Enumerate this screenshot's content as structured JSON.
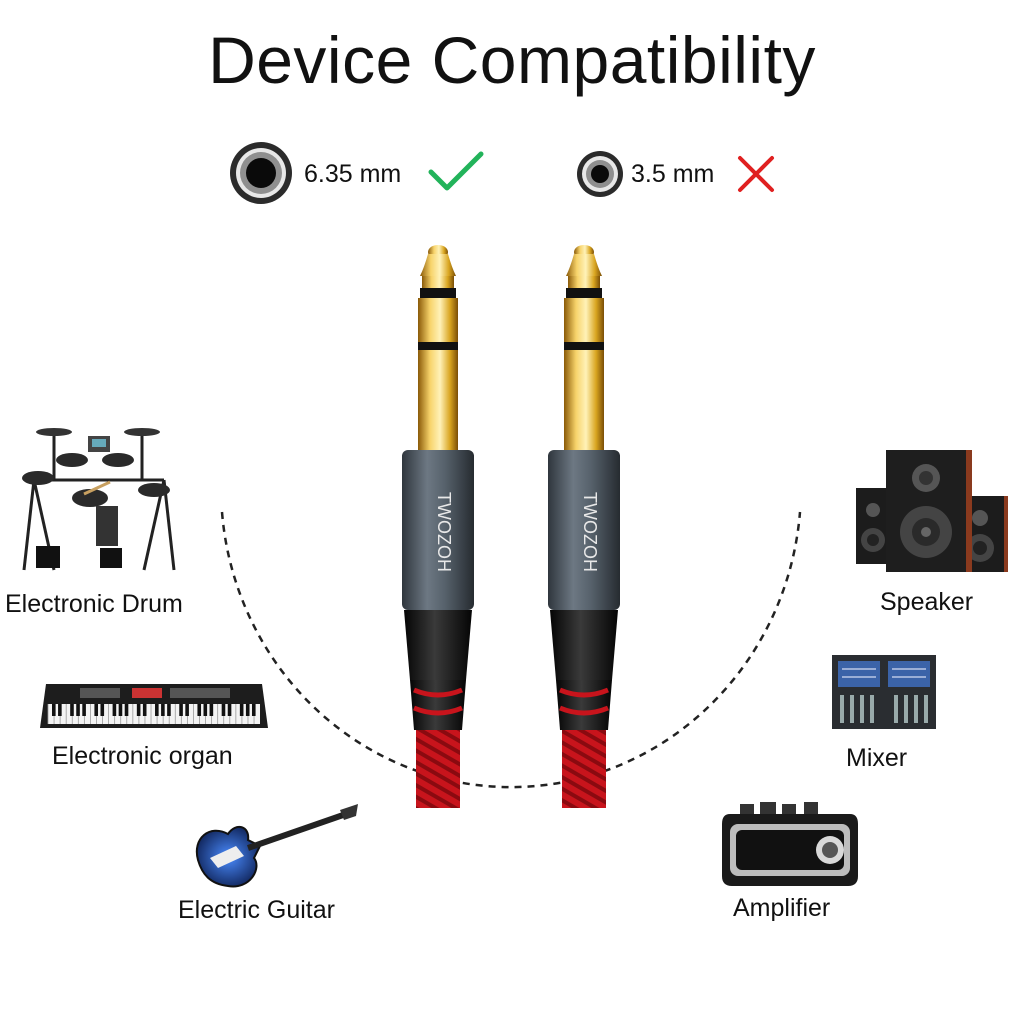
{
  "title": "Device Compatibility",
  "compatibility": [
    {
      "label": "6.35 mm",
      "supported": true,
      "icon": "check-icon",
      "color": "#22b35a"
    },
    {
      "label": "3.5 mm",
      "supported": false,
      "icon": "cross-icon",
      "color": "#e02020"
    }
  ],
  "brand": "TWOZOH",
  "devices": {
    "left": [
      {
        "label": "Electronic Drum",
        "icon": "electronic-drum-icon"
      },
      {
        "label": "Electronic organ",
        "icon": "electronic-organ-icon"
      },
      {
        "label": "Electric Guitar",
        "icon": "electric-guitar-icon"
      }
    ],
    "right": [
      {
        "label": "Speaker",
        "icon": "speaker-icon"
      },
      {
        "label": "Mixer",
        "icon": "mixer-icon"
      },
      {
        "label": "Amplifier",
        "icon": "amplifier-icon"
      }
    ]
  },
  "colors": {
    "gold": "#d9a520",
    "housing": "#4b5560",
    "braid": "#c8141c"
  }
}
